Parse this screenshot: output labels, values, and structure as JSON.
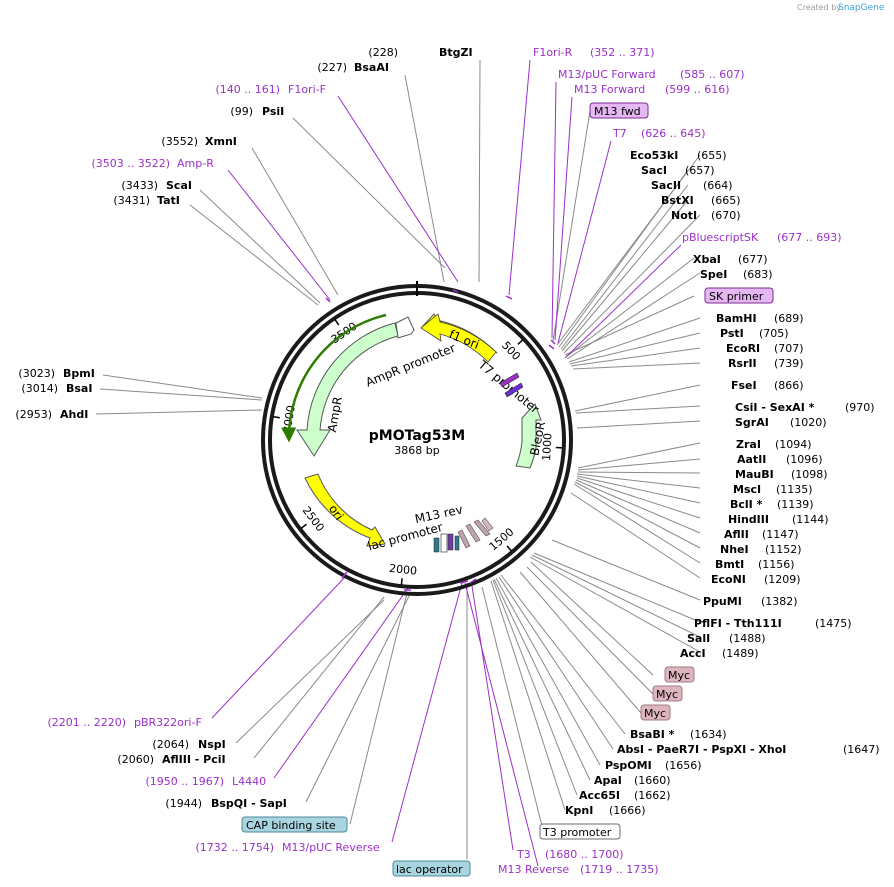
{
  "credit": {
    "prefix": "Created by",
    "brand": "SnapGene"
  },
  "plasmid": {
    "name": "pMOTag53M",
    "length_label": "3868 bp",
    "length": 3868
  },
  "ticks": [
    {
      "pos": 500,
      "label": "500"
    },
    {
      "pos": 1000,
      "label": "1000"
    },
    {
      "pos": 1500,
      "label": "1500"
    },
    {
      "pos": 2000,
      "label": "2000"
    },
    {
      "pos": 2500,
      "label": "2500"
    },
    {
      "pos": 3000,
      "label": "3000"
    },
    {
      "pos": 3500,
      "label": "3500"
    }
  ],
  "features": {
    "f1_ori": {
      "label": "f1 ori",
      "color": "#ffff00"
    },
    "ampr_promoter": {
      "label": "AmpR promoter",
      "color": "#ffffff"
    },
    "ampr": {
      "label": "AmpR",
      "color": "#ccffcc"
    },
    "ori": {
      "label": "ori",
      "color": "#ffff00"
    },
    "lac_promoter": {
      "label": "lac promoter"
    },
    "m13_rev": {
      "label": "M13 rev"
    },
    "t7_promoter": {
      "label": "T7 promoter"
    },
    "bleor": {
      "label": "BleoR",
      "color": "#ccffcc"
    }
  },
  "enzymes": [
    {
      "name": "BtgZI",
      "pos": "(228)"
    },
    {
      "name": "BsaAI",
      "pos": "(227)"
    },
    {
      "name": "PsiI",
      "pos": "(99)"
    },
    {
      "name": "XmnI",
      "pos": "(3552)"
    },
    {
      "name": "ScaI",
      "pos": "(3433)"
    },
    {
      "name": "TatI",
      "pos": "(3431)"
    },
    {
      "name": "BpmI",
      "pos": "(3023)"
    },
    {
      "name": "BsaI",
      "pos": "(3014)"
    },
    {
      "name": "AhdI",
      "pos": "(2953)"
    },
    {
      "name": "NspI",
      "pos": "(2064)"
    },
    {
      "name": "AflIII - PciI",
      "pos": "(2060)"
    },
    {
      "name": "BspQI - SapI",
      "pos": "(1944)"
    },
    {
      "name": "Eco53kI",
      "pos": "(655)"
    },
    {
      "name": "SacI",
      "pos": "(657)"
    },
    {
      "name": "SacII",
      "pos": "(664)"
    },
    {
      "name": "BstXI",
      "pos": "(665)"
    },
    {
      "name": "NotI",
      "pos": "(670)"
    },
    {
      "name": "XbaI",
      "pos": "(677)"
    },
    {
      "name": "SpeI",
      "pos": "(683)"
    },
    {
      "name": "BamHI",
      "pos": "(689)"
    },
    {
      "name": "PstI",
      "pos": "(705)"
    },
    {
      "name": "EcoRI",
      "pos": "(707)"
    },
    {
      "name": "RsrII",
      "pos": "(739)"
    },
    {
      "name": "FseI",
      "pos": "(866)"
    },
    {
      "name": "CsiI - SexAI *",
      "pos": "(970)"
    },
    {
      "name": "SgrAI",
      "pos": "(1020)"
    },
    {
      "name": "ZraI",
      "pos": "(1094)"
    },
    {
      "name": "AatII",
      "pos": "(1096)"
    },
    {
      "name": "MauBI",
      "pos": "(1098)"
    },
    {
      "name": "MscI",
      "pos": "(1135)"
    },
    {
      "name": "BclI *",
      "pos": "(1139)"
    },
    {
      "name": "HindIII",
      "pos": "(1144)"
    },
    {
      "name": "AflII",
      "pos": "(1147)"
    },
    {
      "name": "NheI",
      "pos": "(1152)"
    },
    {
      "name": "BmtI",
      "pos": "(1156)"
    },
    {
      "name": "EcoNI",
      "pos": "(1209)"
    },
    {
      "name": "PpuMI",
      "pos": "(1382)"
    },
    {
      "name": "PflFI - Tth111I",
      "pos": "(1475)"
    },
    {
      "name": "SalI",
      "pos": "(1488)"
    },
    {
      "name": "AccI",
      "pos": "(1489)"
    },
    {
      "name": "BsaBI *",
      "pos": "(1634)"
    },
    {
      "name": "AbsI - PaeR7I - PspXI - XhoI",
      "pos": "(1647)"
    },
    {
      "name": "PspOMI",
      "pos": "(1656)"
    },
    {
      "name": "ApaI",
      "pos": "(1660)"
    },
    {
      "name": "Acc65I",
      "pos": "(1662)"
    },
    {
      "name": "KpnI",
      "pos": "(1666)"
    }
  ],
  "primers": [
    {
      "name": "F1ori-R",
      "range": "(352 .. 371)"
    },
    {
      "name": "M13/pUC Forward",
      "range": "(585 .. 607)"
    },
    {
      "name": "M13 Forward",
      "range": "(599 .. 616)"
    },
    {
      "name": "T7",
      "range": "(626 .. 645)"
    },
    {
      "name": "pBluescriptSK",
      "range": "(677 .. 693)"
    },
    {
      "name": "F1ori-F",
      "range": "(140 .. 161)"
    },
    {
      "name": "Amp-R",
      "range": "(3503 .. 3522)"
    },
    {
      "name": "pBR322ori-F",
      "range": "(2201 .. 2220)"
    },
    {
      "name": "L4440",
      "range": "(1950 .. 1967)"
    },
    {
      "name": "M13/pUC Reverse",
      "range": "(1732 .. 1754)"
    },
    {
      "name": "T3",
      "range": "(1680 .. 1700)"
    },
    {
      "name": "M13 Reverse",
      "range": "(1719 .. 1735)"
    }
  ],
  "boxed_labels": [
    {
      "text": "M13 fwd",
      "fill": "#e5b8f3",
      "stroke": "#7a2c8f"
    },
    {
      "text": "SK primer",
      "fill": "#e5b8f3",
      "stroke": "#7a2c8f"
    },
    {
      "text": "Myc",
      "fill": "#ddb5bf",
      "stroke": "#a07a85"
    },
    {
      "text": "Myc",
      "fill": "#ddb5bf",
      "stroke": "#a07a85"
    },
    {
      "text": "Myc",
      "fill": "#ddb5bf",
      "stroke": "#a07a85"
    },
    {
      "text": "T3 promoter",
      "fill": "#ffffff",
      "stroke": "#6b6b6b"
    },
    {
      "text": "CAP binding site",
      "fill": "#a8d5e0",
      "stroke": "#4e8898"
    },
    {
      "text": "lac operator",
      "fill": "#a8d5e0",
      "stroke": "#4e8898"
    }
  ]
}
